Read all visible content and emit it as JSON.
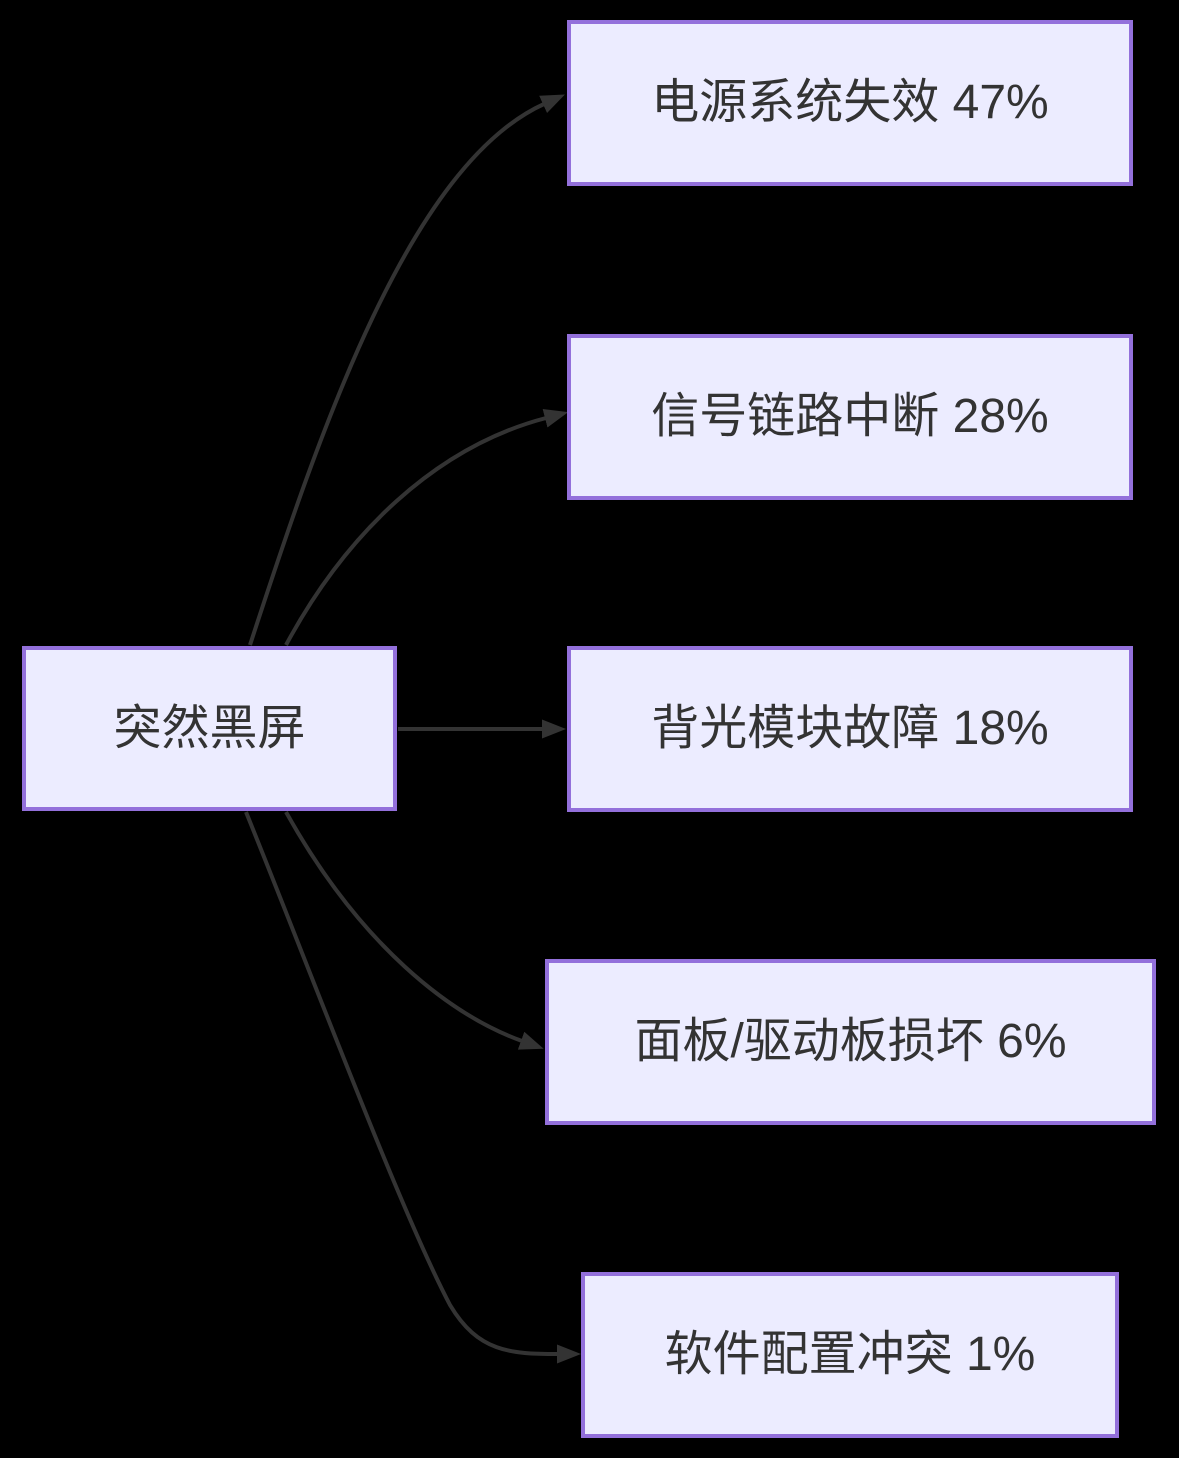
{
  "diagram": {
    "type": "flowchart-LR",
    "root": {
      "label": "突然黑屏"
    },
    "causes": [
      {
        "label": "电源系统失效 47%",
        "name": "电源系统失效",
        "percent": 47
      },
      {
        "label": "信号链路中断 28%",
        "name": "信号链路中断",
        "percent": 28
      },
      {
        "label": "背光模块故障 18%",
        "name": "背光模块故障",
        "percent": 18
      },
      {
        "label": "面板/驱动板损坏 6%",
        "name": "面板/驱动板损坏",
        "percent": 6
      },
      {
        "label": "软件配置冲突 1%",
        "name": "软件配置冲突",
        "percent": 1
      }
    ]
  },
  "colors": {
    "background": "#000000",
    "node-fill": "#ECECFF",
    "node-border": "#9370DB",
    "edge": "#333333",
    "text": "#333333"
  }
}
